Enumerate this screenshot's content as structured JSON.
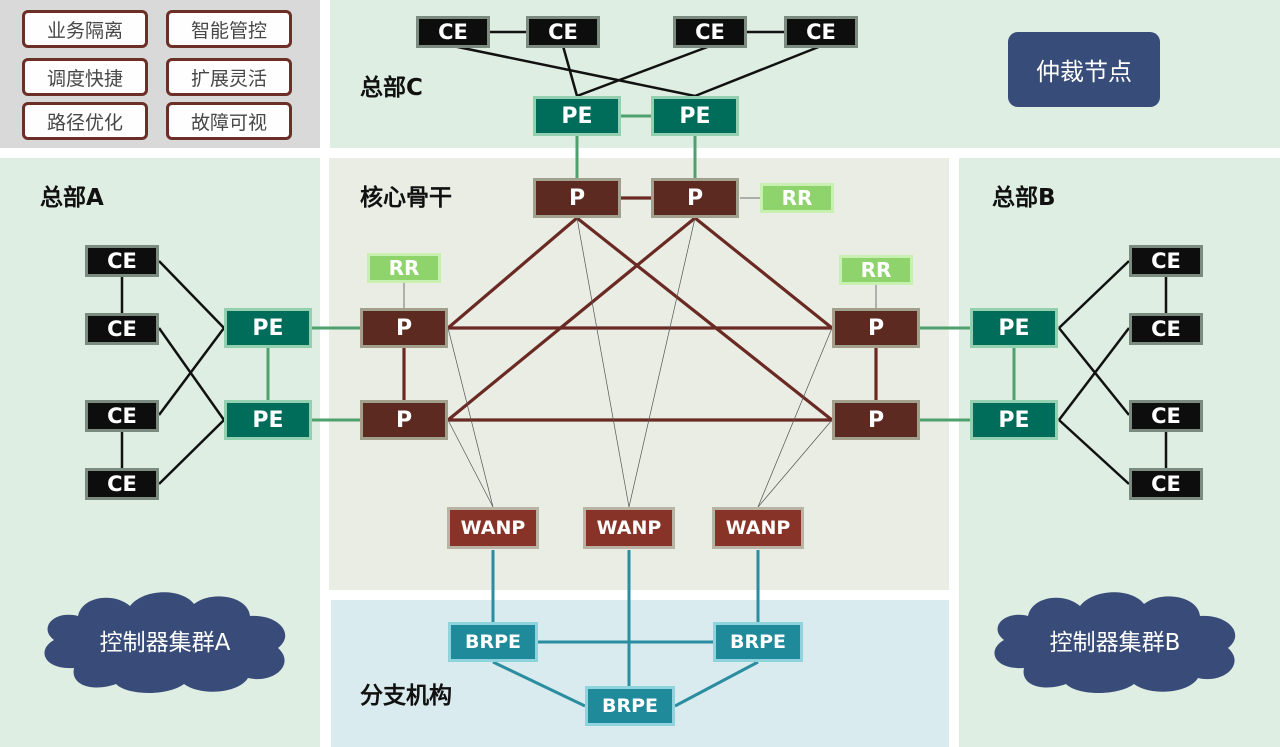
{
  "features": [
    "业务隔离",
    "智能管控",
    "调度快捷",
    "扩展灵活",
    "路径优化",
    "故障可视"
  ],
  "regions": {
    "hq_c": "总部C",
    "hq_a": "总部A",
    "hq_b": "总部B",
    "core": "核心骨干",
    "branch": "分支机构"
  },
  "arbiter": "仲裁节点",
  "clusters": {
    "a": "控制器集群A",
    "b": "控制器集群B"
  },
  "nodes": {
    "ce": "CE",
    "pe": "PE",
    "p": "P",
    "rr": "RR",
    "wanp": "WANP",
    "brpe": "BRPE"
  },
  "colors": {
    "ce": "#0d0d0d",
    "pe": "#006c5a",
    "p": "#5d2a22",
    "rr": "#8ed36b",
    "wanp": "#883328",
    "brpe": "#1f8a9a",
    "arbiter": "#374c78",
    "cluster": "#384b79",
    "core_link": "#6a2a23",
    "pe_link": "#4ea06c",
    "branch_link": "#2a8da0"
  }
}
